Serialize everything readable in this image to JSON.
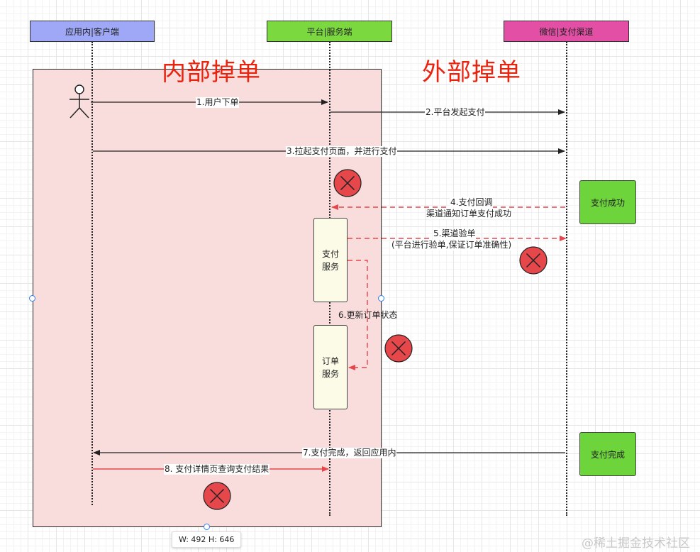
{
  "participants": {
    "client": "应用内|客户端",
    "platform": "平台|服务端",
    "channel": "微信|支付渠道"
  },
  "zones": {
    "internal": "内部掉单",
    "external": "外部掉单"
  },
  "messages": {
    "m1": "1.用户下单",
    "m2": "2.平台发起支付",
    "m3": "3.拉起支付页面，并进行支付",
    "m4_line1": "4.支付回调",
    "m4_line2": "渠道通知订单支付成功",
    "m5_line1": "5.渠道验单",
    "m5_line2": "(平台进行验单,保证订单准确性)",
    "m6": "6.更新订单状态",
    "m7": "7.支付完成，返回应用内",
    "m8": "8. 支付详情页查询支付结果"
  },
  "activations": {
    "pay_service_line1": "支付",
    "pay_service_line2": "服务",
    "order_service_line1": "订单",
    "order_service_line2": "服务"
  },
  "notes": {
    "pay_success": "支付成功",
    "pay_complete": "支付完成"
  },
  "selection": {
    "size_label": "W: 492  H: 646"
  },
  "watermark": "@稀土掘金技术社区",
  "colors": {
    "client_header": "#9fa8f7",
    "platform_header": "#7bd93f",
    "channel_header": "#e34fa5",
    "zone_fill": "#f9dcdc",
    "error_red": "#e5474b",
    "title_red": "#e8240f",
    "note_green": "#6dd43b"
  }
}
